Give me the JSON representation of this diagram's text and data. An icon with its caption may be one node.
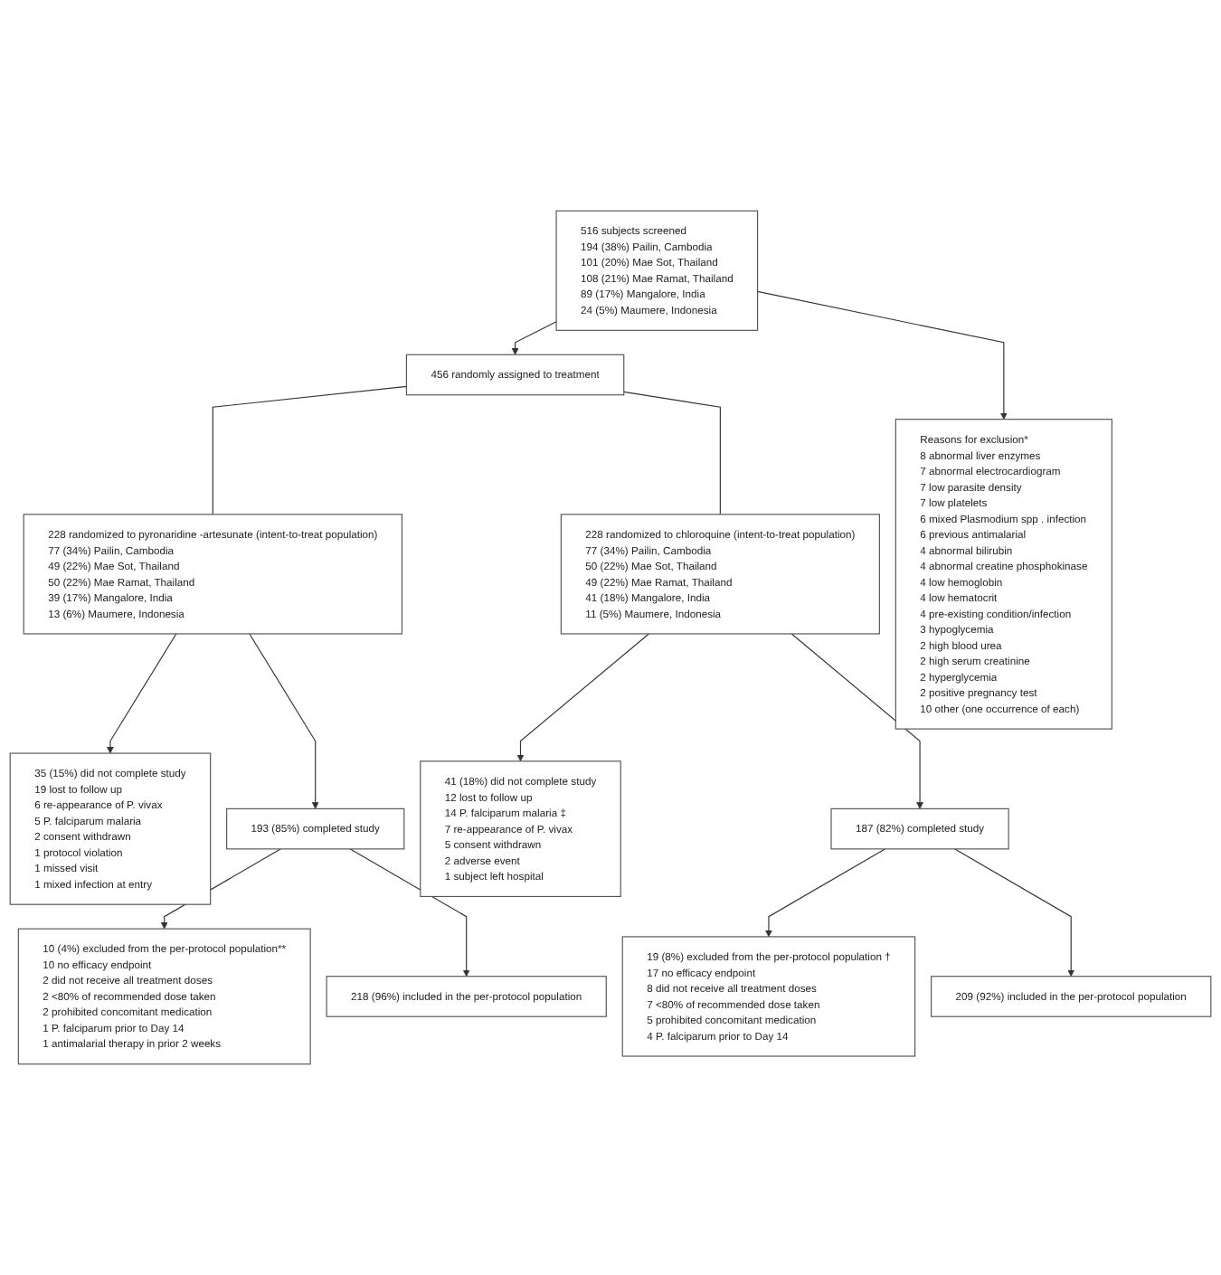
{
  "diagram": {
    "nodes": [
      {
        "text": [
          "516 subjects screened",
          "194 (38%) Pailin, Cambodia",
          "101 (20%) Mae Sot, Thailand",
          "108 (21%) Mae Ramat, Thailand",
          "89 (17%) Mangalore, India",
          "24 (5%) Maumere, Indonesia"
        ]
      },
      {
        "text": [
          "Reasons for exclusion*",
          "8 abnormal liver enzymes",
          "7 abnormal electrocardiogram",
          "7 low parasite density",
          "7 low platelets",
          "6 mixed Plasmodium spp . infection",
          "6 previous antimalarial",
          "4 abnormal bilirubin",
          "4 abnormal creatine phosphokinase",
          "4 low hemoglobin",
          "4 low hematocrit",
          "4 pre-existing condition/infection",
          "3 hypoglycemia",
          "2 high blood urea",
          "2 high serum creatinine",
          "2 hyperglycemia",
          "2 positive pregnancy test",
          "10 other (one occurrence of each)"
        ]
      },
      {
        "text": [
          "456 randomly assigned to treatment"
        ]
      },
      {
        "text": [
          "228 randomized to pyronaridine -artesunate (intent-to-treat population)",
          "77 (34%) Pailin, Cambodia",
          "49 (22%) Mae Sot, Thailand",
          "50 (22%) Mae Ramat, Thailand",
          "39 (17%) Mangalore, India",
          "13 (6%) Maumere, Indonesia"
        ]
      },
      {
        "text": [
          "228 randomized to chloroquine (intent-to-treat population)",
          "77 (34%) Pailin, Cambodia",
          "50 (22%) Mae Sot, Thailand",
          "49 (22%) Mae Ramat, Thailand",
          "41 (18%) Mangalore, India",
          "11 (5%) Maumere, Indonesia"
        ]
      },
      {
        "text": [
          "35 (15%) did not complete study",
          "19 lost to follow up",
          "6 re-appearance of P. vivax",
          "5 P. falciparum malaria",
          "2 consent withdrawn",
          "1 protocol violation",
          "1 missed visit",
          "1 mixed infection at entry"
        ]
      },
      {
        "text": [
          "41 (18%) did not complete study",
          "12 lost to follow up",
          "14 P. falciparum malaria ‡",
          "7 re-appearance of P. vivax",
          "5 consent withdrawn",
          "2 adverse event",
          "1 subject left hospital"
        ]
      },
      {
        "text": [
          "193 (85%) completed study"
        ]
      },
      {
        "text": [
          "187 (82%) completed study"
        ]
      },
      {
        "text": [
          "10 (4%) excluded from the per-protocol population**",
          "10 no efficacy endpoint",
          "2 did not receive all treatment doses",
          "2 <80% of recommended dose taken",
          "2 prohibited concomitant medication",
          "1 P. falciparum prior to Day 14",
          "1 antimalarial therapy in prior 2 weeks"
        ]
      },
      {
        "text": [
          "19 (8%) excluded from the per-protocol population †",
          "17 no efficacy endpoint",
          "8 did not receive all treatment doses",
          "7 <80% of recommended dose taken",
          "5 prohibited concomitant medication",
          "4 P. falciparum prior to Day 14"
        ]
      },
      {
        "text": [
          "218 (96%) included in the per-protocol population"
        ]
      },
      {
        "text": [
          "209 (92%) included in the per-protocol population"
        ]
      }
    ],
    "edges": [
      {
        "from": 0,
        "to": 2,
        "arrow": "to"
      },
      {
        "from": 0,
        "to": 1,
        "arrow": "to"
      },
      {
        "from": 2,
        "to": 3,
        "arrow": "none"
      },
      {
        "from": 2,
        "to": 4,
        "arrow": "none"
      },
      {
        "from": 3,
        "to": 5,
        "arrow": "to"
      },
      {
        "from": 3,
        "to": 7,
        "arrow": "to"
      },
      {
        "from": 4,
        "to": 6,
        "arrow": "to"
      },
      {
        "from": 4,
        "to": 8,
        "arrow": "to"
      },
      {
        "from": 7,
        "to": 9,
        "arrow": "to"
      },
      {
        "from": 7,
        "to": 11,
        "arrow": "to"
      },
      {
        "from": 8,
        "to": 10,
        "arrow": "to"
      },
      {
        "from": 8,
        "to": 12,
        "arrow": "to"
      }
    ]
  }
}
